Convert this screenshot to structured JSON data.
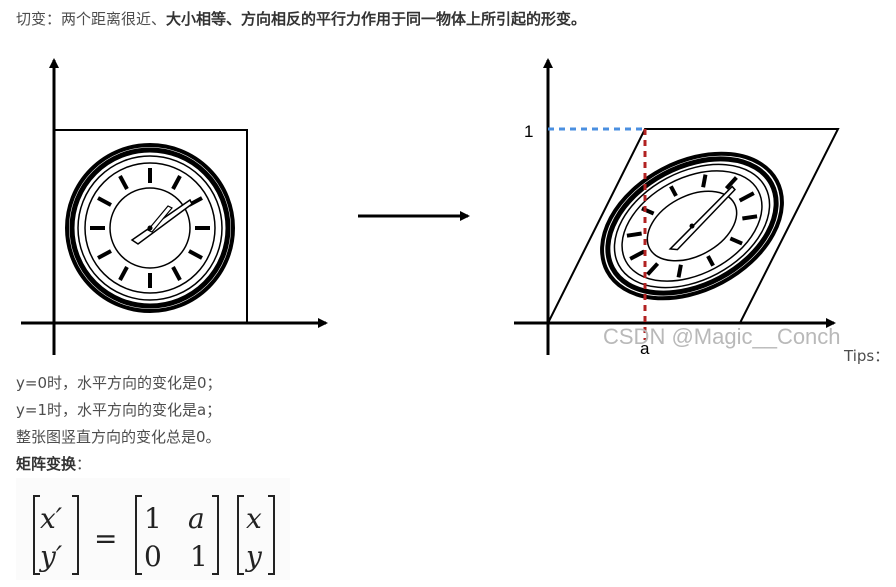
{
  "intro": {
    "prefix": "切变：两个距离很近、",
    "bold": "大小相等、方向相反的平行力作用于同一物体上所引起的形变。"
  },
  "figure": {
    "label_one": "1",
    "label_a": "a",
    "watermark": "CSDN @Magic__Conch"
  },
  "tips": {
    "label": "Tips：",
    "lines": [
      "y=0时，水平方向的变化是0；",
      "y=1时，水平方向的变化是a；",
      "整张图竖直方向的变化总是0。"
    ]
  },
  "matrix_heading": {
    "bold": "矩阵变换",
    "suffix": "："
  },
  "matrix": {
    "lhs": [
      "x′",
      "y′"
    ],
    "equals": "=",
    "m": [
      [
        "1",
        "a"
      ],
      [
        "0",
        "1"
      ]
    ],
    "rhs": [
      "x",
      "y"
    ]
  }
}
